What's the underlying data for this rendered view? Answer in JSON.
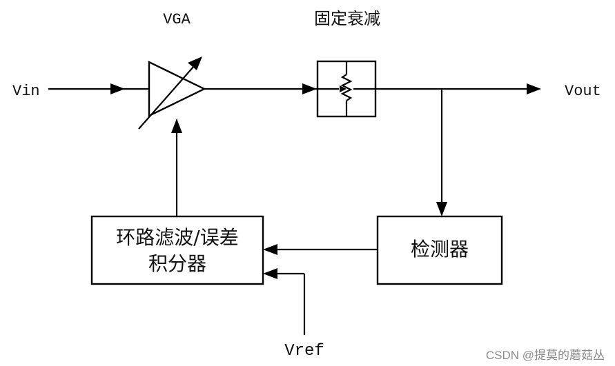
{
  "diagram": {
    "labels": {
      "vga": "VGA",
      "fixed_attenuation": "固定衰减",
      "vin": "Vin",
      "vout": "Vout",
      "vref": "Vref",
      "loop_filter_line1": "环路滤波/误差",
      "loop_filter_line2": "积分器",
      "detector": "检测器"
    },
    "watermark": "CSDN @提莫的蘑菇丛"
  }
}
